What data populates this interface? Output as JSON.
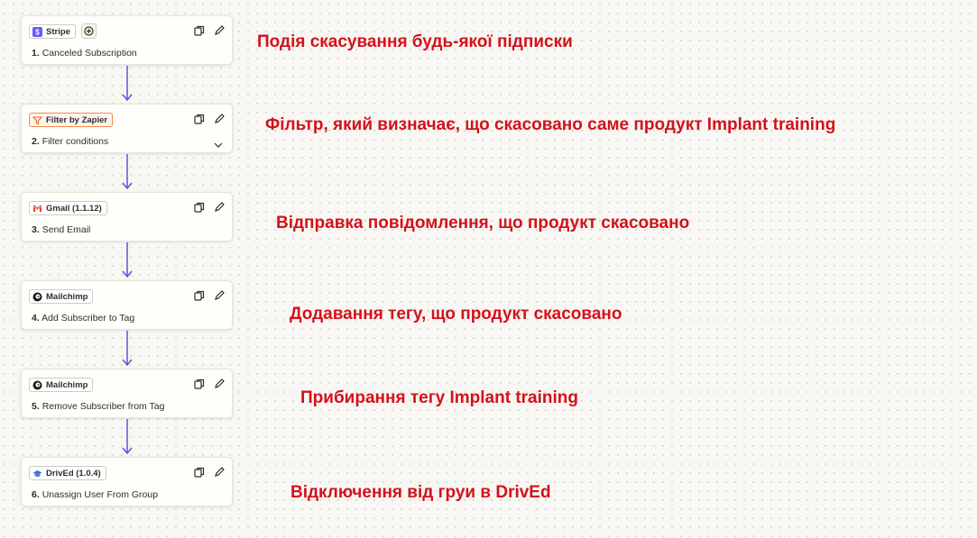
{
  "steps": [
    {
      "app": "Stripe",
      "number": "1.",
      "title": "Canceled Subscription",
      "icon": "stripe-icon"
    },
    {
      "app": "Filter by Zapier",
      "number": "2.",
      "title": "Filter conditions",
      "icon": "filter-icon"
    },
    {
      "app": "Gmail (1.1.12)",
      "number": "3.",
      "title": "Send Email",
      "icon": "gmail-icon"
    },
    {
      "app": "Mailchimp",
      "number": "4.",
      "title": "Add Subscriber to Tag",
      "icon": "mailchimp-icon"
    },
    {
      "app": "Mailchimp",
      "number": "5.",
      "title": "Remove Subscriber from Tag",
      "icon": "mailchimp-icon"
    },
    {
      "app": "DrivEd (1.0.4)",
      "number": "6.",
      "title": "Unassign User From Group",
      "icon": "drived-icon"
    }
  ],
  "annotations": [
    "Подія скасування будь-якої підписки",
    "Фільтр, який визначає, що скасовано саме продукт Implant training",
    "Відправка повідомлення, що продукт скасовано",
    "Додавання тегу, що продукт скасовано",
    "Прибирання тегу Implant training",
    "Відключення від груи в DrivEd"
  ],
  "colors": {
    "annotation": "#d4111b",
    "connector": "#5b55d6",
    "filter_accent": "#f08a4b",
    "stripe": "#635bff"
  }
}
